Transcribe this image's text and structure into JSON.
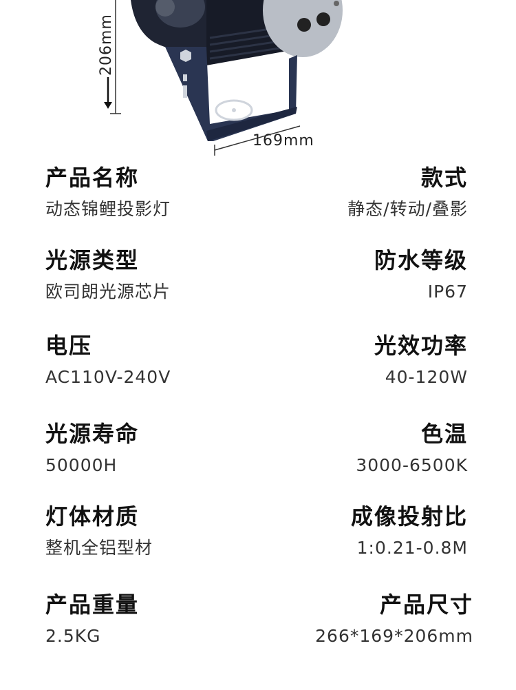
{
  "dimensions": {
    "height_label": "206mm",
    "width_label": "169mm"
  },
  "colors": {
    "housing": "#1f2433",
    "bracket": "#2a3552",
    "face": "#b9bec6"
  },
  "specs": [
    {
      "left": {
        "title": "产品名称",
        "value": "动态锦鲤投影灯"
      },
      "right": {
        "title": "款式",
        "value": "静态/转动/叠影"
      }
    },
    {
      "left": {
        "title": "光源类型",
        "value": "欧司朗光源芯片"
      },
      "right": {
        "title": "防水等级",
        "value": "IP67"
      }
    },
    {
      "left": {
        "title": "电压",
        "value": "AC110V-240V"
      },
      "right": {
        "title": "光效功率",
        "value": "40-120W"
      }
    },
    {
      "left": {
        "title": "光源寿命",
        "value": "50000H"
      },
      "right": {
        "title": "色温",
        "value": "3000-6500K"
      }
    },
    {
      "left": {
        "title": "灯体材质",
        "value": "整机全铝型材"
      },
      "right": {
        "title": "成像投射比",
        "value": "1:0.21-0.8M"
      }
    },
    {
      "left": {
        "title": "产品重量",
        "value": "2.5KG"
      },
      "right": {
        "title": "产品尺寸",
        "value": "266*169*206mm"
      }
    }
  ]
}
